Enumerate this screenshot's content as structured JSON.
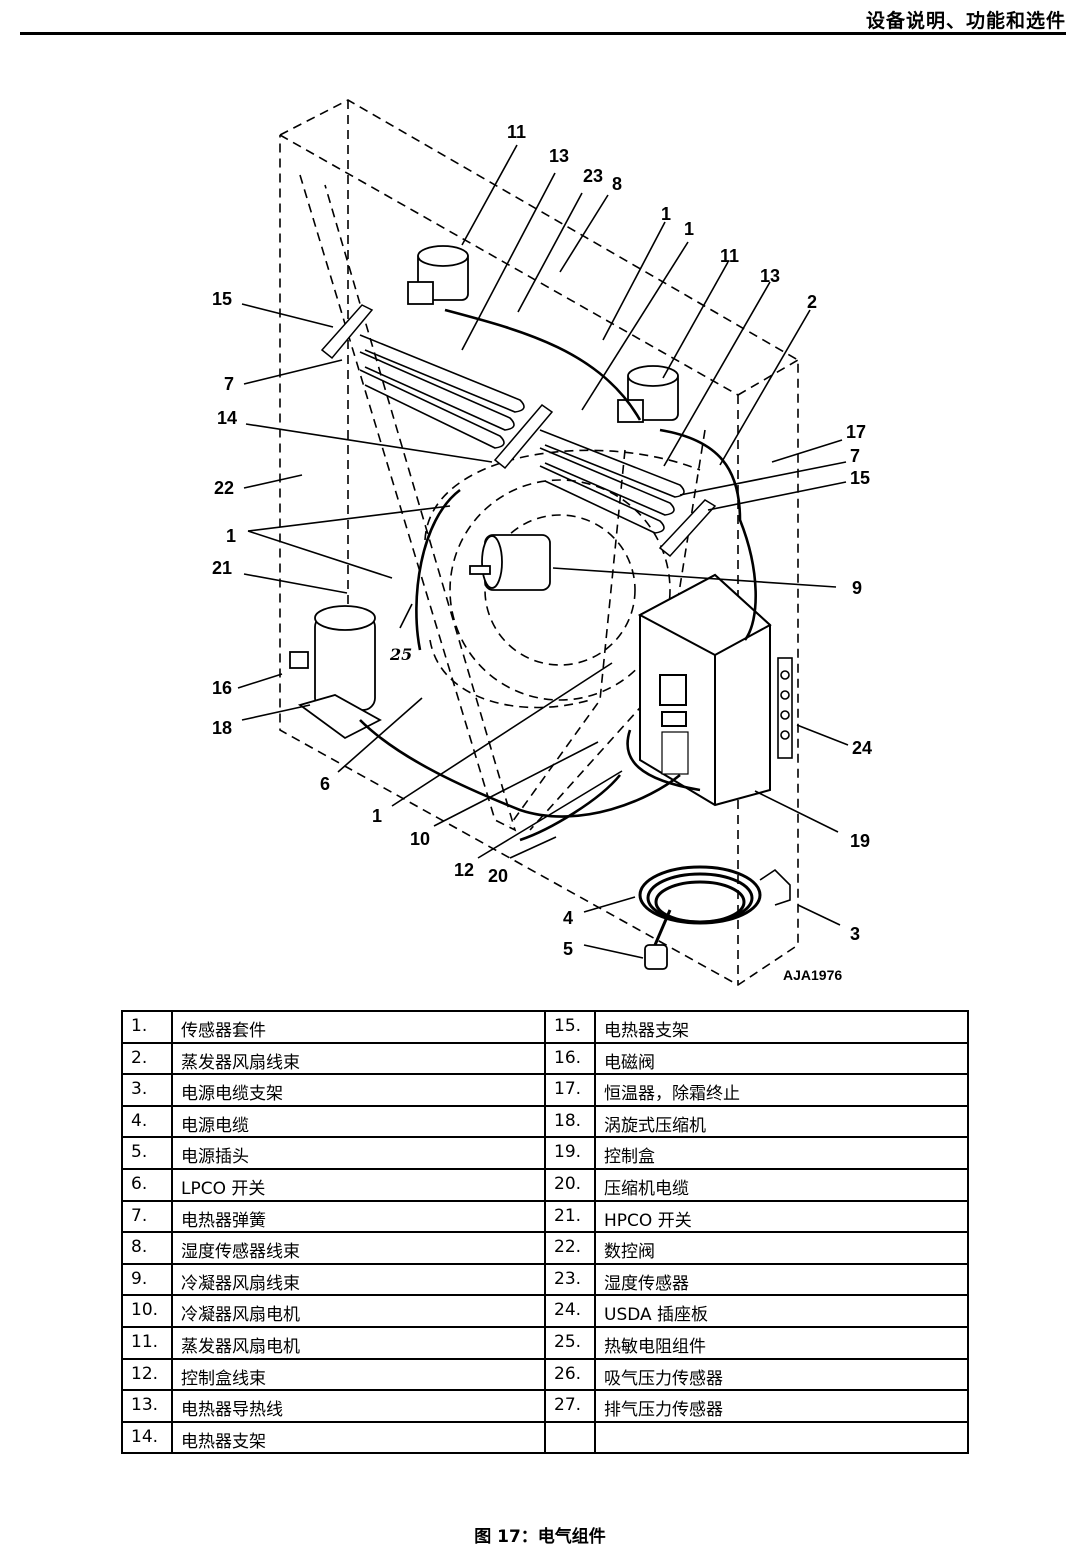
{
  "header": {
    "title": "设备说明、功能和选件"
  },
  "figure": {
    "drawing_code": "AJA1976",
    "hand_label": "25",
    "callouts": [
      "11",
      "13",
      "23",
      "8",
      "1",
      "1",
      "11",
      "13",
      "2",
      "15",
      "7",
      "14",
      "22",
      "1",
      "21",
      "17",
      "7",
      "15",
      "9",
      "16",
      "18",
      "24",
      "6",
      "1",
      "10",
      "19",
      "12",
      "20",
      "4",
      "3",
      "5"
    ],
    "caption": "图 17：电气组件"
  },
  "legend": {
    "rows": [
      {
        "n1": "1.",
        "t1": "传感器套件",
        "n2": "15.",
        "t2": "电热器支架"
      },
      {
        "n1": "2.",
        "t1": "蒸发器风扇线束",
        "n2": "16.",
        "t2": "电磁阀"
      },
      {
        "n1": "3.",
        "t1": "电源电缆支架",
        "n2": "17.",
        "t2": "恒温器，除霜终止"
      },
      {
        "n1": "4.",
        "t1": "电源电缆",
        "n2": "18.",
        "t2": "涡旋式压缩机"
      },
      {
        "n1": "5.",
        "t1": "电源插头",
        "n2": "19.",
        "t2": "控制盒"
      },
      {
        "n1": "6.",
        "t1": "LPCO 开关",
        "n2": "20.",
        "t2": "压缩机电缆"
      },
      {
        "n1": "7.",
        "t1": "电热器弹簧",
        "n2": "21.",
        "t2": "HPCO 开关"
      },
      {
        "n1": "8.",
        "t1": "湿度传感器线束",
        "n2": "22.",
        "t2": "数控阀"
      },
      {
        "n1": "9.",
        "t1": "冷凝器风扇线束",
        "n2": "23.",
        "t2": "湿度传感器"
      },
      {
        "n1": "10.",
        "t1": "冷凝器风扇电机",
        "n2": "24.",
        "t2": "USDA 插座板"
      },
      {
        "n1": "11.",
        "t1": "蒸发器风扇电机",
        "n2": "25.",
        "t2": "热敏电阻组件"
      },
      {
        "n1": "12.",
        "t1": "控制盒线束",
        "n2": "26.",
        "t2": "吸气压力传感器"
      },
      {
        "n1": "13.",
        "t1": "电热器导热线",
        "n2": "27.",
        "t2": "排气压力传感器"
      },
      {
        "n1": "14.",
        "t1": "电热器支架",
        "n2": "",
        "t2": ""
      }
    ]
  }
}
